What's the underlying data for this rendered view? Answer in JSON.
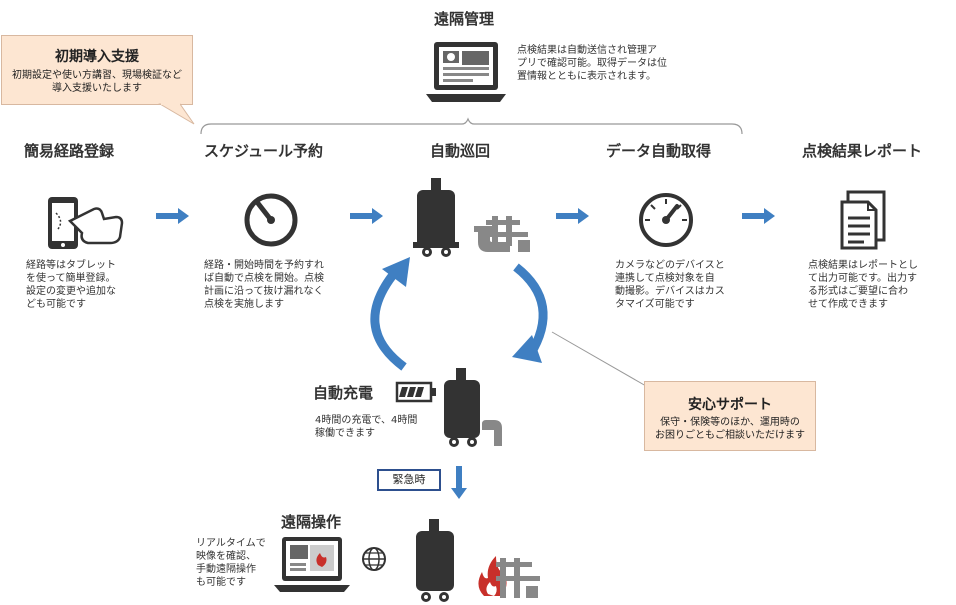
{
  "remote_management": {
    "title": "遠隔管理",
    "desc_lines": [
      "点検結果は自動送信され管理ア",
      "プリで確認可能。取得データは位",
      "置情報とともに表示されます。"
    ]
  },
  "onboarding": {
    "title": "初期導入支援",
    "body_lines": [
      "初期設定や使い方講習、現場検証など",
      "導入支援いたします"
    ]
  },
  "steps": [
    {
      "title": "簡易経路登録",
      "desc_lines": [
        "経路等はタブレット",
        "を使って簡単登録。",
        "設定の変更や追加な",
        "ども可能です"
      ],
      "icon": "tablet-touch-icon"
    },
    {
      "title": "スケジュール予約",
      "desc_lines": [
        "経路・開始時間を予約すれ",
        "ば自動で点検を開始。点検",
        "計画に沿って抜け漏れなく",
        "点検を実施します"
      ],
      "icon": "timer-icon"
    },
    {
      "title": "自動巡回",
      "icon": "robot-icon"
    },
    {
      "title": "データ自動取得",
      "desc_lines": [
        "カメラなどのデバイスと",
        "連携して点検対象を自",
        "動撮影。デバイスはカス",
        "タマイズ可能です"
      ],
      "icon": "gauge-icon"
    },
    {
      "title": "点検結果レポート",
      "desc_lines": [
        "点検結果はレポートとし",
        "て出力可能です。出力す",
        "る形式はご要望に合わ",
        "せて作成できます"
      ],
      "icon": "report-icon"
    }
  ],
  "charging": {
    "title": "自動充電",
    "desc_lines": [
      "4時間の充電で、4時間",
      "稼働できます"
    ]
  },
  "support": {
    "title": "安心サポート",
    "body_lines": [
      "保守・保険等のほか、運用時の",
      "お困りごともご相談いただけます"
    ]
  },
  "emergency": {
    "label": "緊急時"
  },
  "remote_operation": {
    "title": "遠隔操作",
    "desc_lines": [
      "リアルタイムで",
      "映像を確認、",
      "手動遠隔操作",
      "も可能です"
    ]
  },
  "colors": {
    "accent_blue": "#3f7fc2",
    "dark": "#333333",
    "callout_bg": "#fde6d2",
    "fire_red": "#c8302a"
  }
}
